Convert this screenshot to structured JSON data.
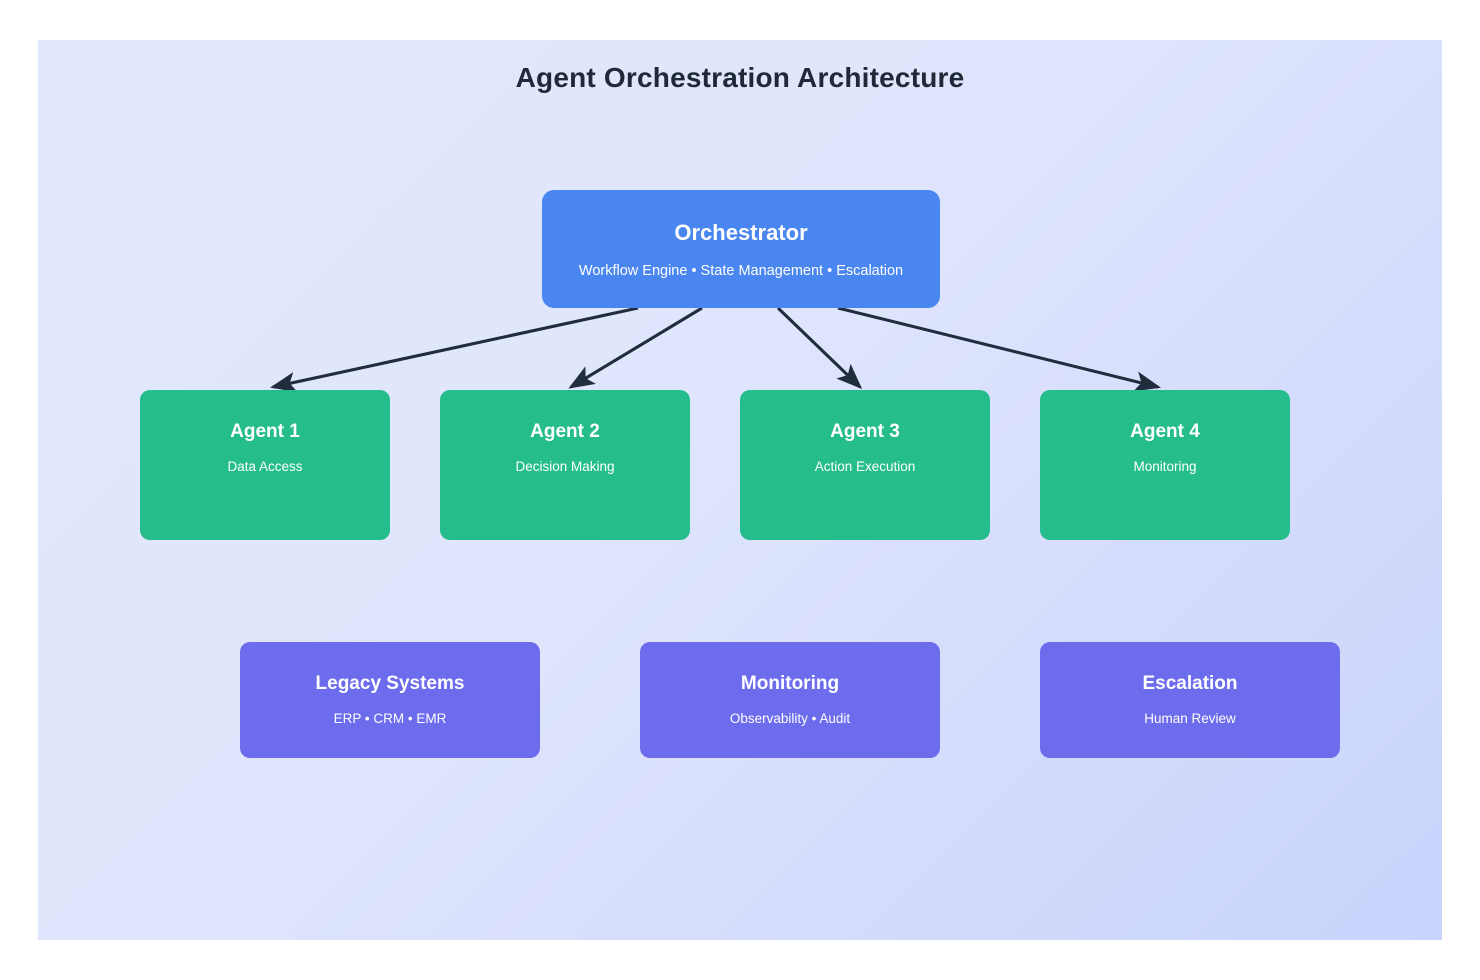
{
  "diagram": {
    "title": "Agent Orchestration Architecture",
    "background_color": "#dfe5fc",
    "title_color": "#1f2937",
    "edge_color": "#1f2d3d",
    "layers": {
      "orchestrator": {
        "color": "#4a86ef",
        "node": {
          "title": "Orchestrator",
          "subtitle": "Workflow Engine • State Management • Escalation"
        }
      },
      "agents": {
        "color": "#24bd8b",
        "nodes": [
          {
            "title": "Agent 1",
            "subtitle": "Data Access"
          },
          {
            "title": "Agent 2",
            "subtitle": "Decision Making"
          },
          {
            "title": "Agent 3",
            "subtitle": "Action Execution"
          },
          {
            "title": "Agent 4",
            "subtitle": "Monitoring"
          }
        ]
      },
      "support": {
        "color": "#6c6ced",
        "nodes": [
          {
            "title": "Legacy Systems",
            "subtitle": "ERP • CRM • EMR"
          },
          {
            "title": "Monitoring",
            "subtitle": "Observability • Audit"
          },
          {
            "title": "Escalation",
            "subtitle": "Human Review"
          }
        ]
      }
    },
    "edges": [
      {
        "from": "Orchestrator",
        "to": "Agent 1"
      },
      {
        "from": "Orchestrator",
        "to": "Agent 2"
      },
      {
        "from": "Orchestrator",
        "to": "Agent 3"
      },
      {
        "from": "Orchestrator",
        "to": "Agent 4"
      }
    ]
  }
}
